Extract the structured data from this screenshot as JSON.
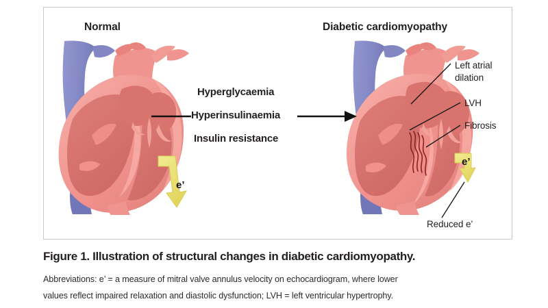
{
  "figure": {
    "panels": [
      {
        "id": "normal",
        "title": "Normal"
      },
      {
        "id": "diabetic",
        "title": "Diabetic cardiomyopathy"
      }
    ],
    "center_arrow_labels": [
      "Hyperglycaemia",
      "Hyperinsulinaemia",
      "Insulin resistance"
    ],
    "callouts": [
      {
        "id": "left-atrial-dilation",
        "line1": "Left atrial",
        "line2": "dilation"
      },
      {
        "id": "lvh",
        "line1": "LVH",
        "line2": ""
      },
      {
        "id": "fibrosis",
        "line1": "Fibrosis",
        "line2": ""
      },
      {
        "id": "reduced-e-prime",
        "line1": "Reduced e’",
        "line2": ""
      }
    ],
    "marker_labels": {
      "normal_e_prime": "e’",
      "diabetic_e_prime": "e’"
    }
  },
  "caption": {
    "title": "Figure 1. Illustration of structural changes in diabetic cardiomyopathy.",
    "line1": "Abbreviations: e’ = a measure of mitral valve annulus velocity on echocardiogram, where lower",
    "line2": "values reflect impaired relaxation and diastolic dysfunction; LVH = left ventricular hypertrophy."
  },
  "colors": {
    "frame_border": "#c9c9c9",
    "myocardium": "#f0918c",
    "myocardium_light": "#f6a9a2",
    "chamber": "#d9736e",
    "chamber_dark": "#cf6a66",
    "vein_blue": "#8287c4",
    "vein_blue_dark": "#7076b8",
    "marker_yellow": "#ece37a",
    "marker_yellow_edge": "#d8cd55",
    "fibrosis_red": "#8e2020",
    "text": "#231f20",
    "leader_line": "#1a1a1a"
  }
}
